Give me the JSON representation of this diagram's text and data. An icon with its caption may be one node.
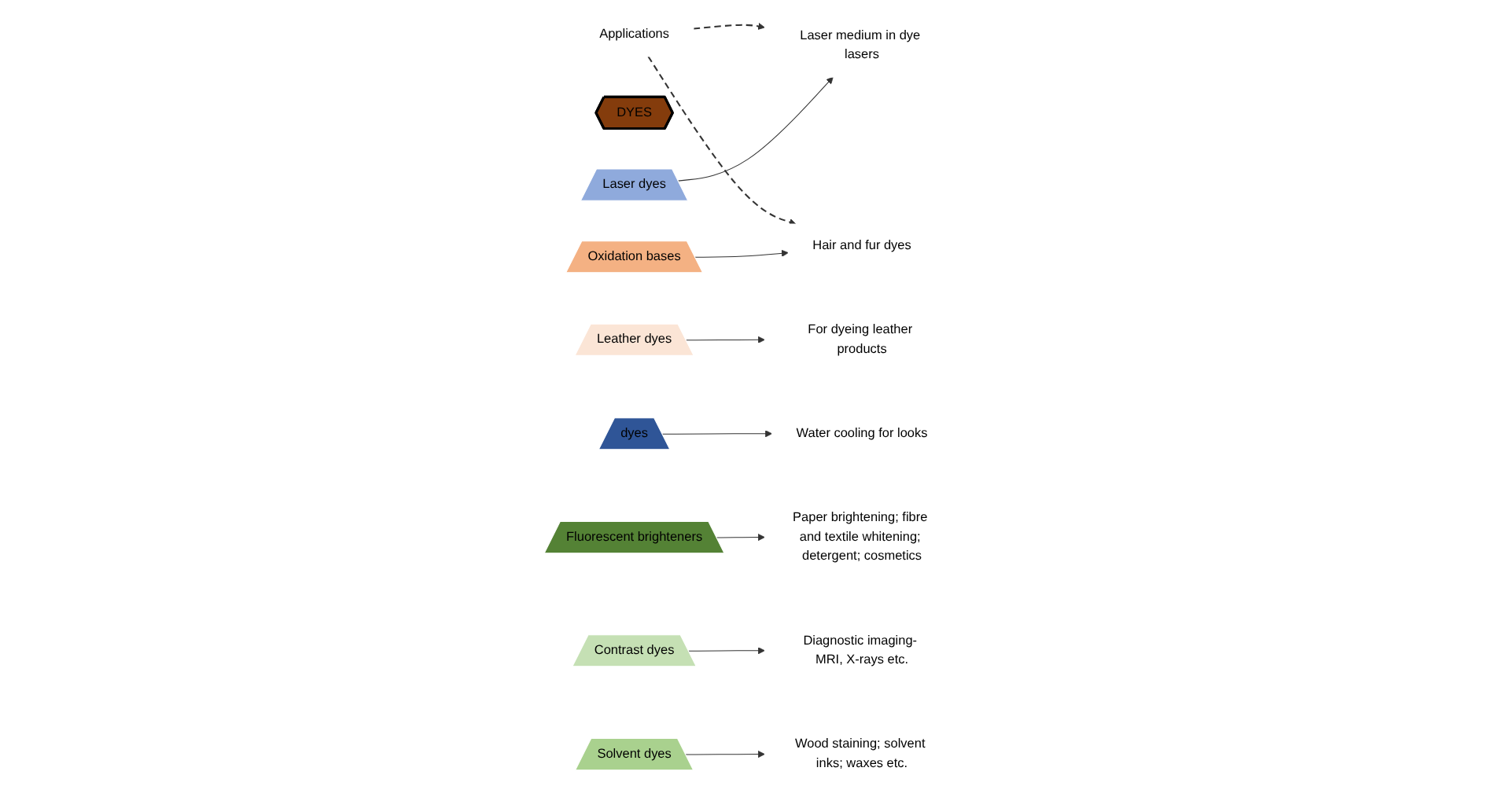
{
  "diagram": {
    "nodes": [
      {
        "text": [
          "Applications"
        ]
      },
      {
        "text": [
          "DYES"
        ]
      },
      {
        "text": [
          "Oxidation bases"
        ]
      },
      {
        "text": [
          "Laser dyes"
        ]
      },
      {
        "text": [
          "Leather dyes"
        ]
      },
      {
        "text": [
          "dyes"
        ]
      },
      {
        "text": [
          "Fluorescent brighteners"
        ]
      },
      {
        "text": [
          "Contrast dyes"
        ]
      },
      {
        "text": [
          "Solvent dyes"
        ]
      },
      {
        "text": [
          "Hair and fur dyes"
        ]
      },
      {
        "text": [
          "Laser medium in dye lasers"
        ]
      },
      {
        "text": [
          "For dyeing leather products"
        ]
      },
      {
        "text": [
          "Paper brightening; fibre and textile whitening; detergent; cosmetics"
        ]
      },
      {
        "text": [
          "Water cooling for looks"
        ]
      },
      {
        "text": [
          "Diagnostic imaging- MRI, X-rays etc."
        ]
      },
      {
        "text": [
          "Wood staining; solvent inks; waxes etc."
        ]
      }
    ],
    "edges": [
      {
        "from": 0,
        "to": 10,
        "arrow": "to",
        "style": "dashed"
      },
      {
        "from": 0,
        "to": 9,
        "arrow": "to",
        "style": "dashed"
      },
      {
        "from": 2,
        "to": 9,
        "arrow": "to"
      },
      {
        "from": 3,
        "to": 10,
        "arrow": "to"
      },
      {
        "from": 4,
        "to": 11,
        "arrow": "to"
      },
      {
        "from": 6,
        "to": 12,
        "arrow": "to"
      },
      {
        "from": 5,
        "to": 13,
        "arrow": "to"
      },
      {
        "from": 7,
        "to": 14,
        "arrow": "to"
      },
      {
        "from": 8,
        "to": 15,
        "arrow": "to"
      }
    ]
  }
}
